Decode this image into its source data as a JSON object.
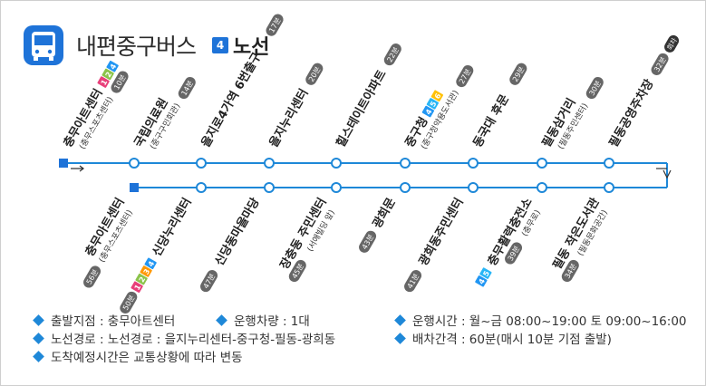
{
  "header": {
    "title": "내편중구버스",
    "route_number": "4",
    "route_name": "노선"
  },
  "top_stops": [
    {
      "name": "충무아트센터",
      "sub": "(충무스포츠센터)",
      "time": "10분",
      "badges": [
        {
          "t": "1",
          "c": "#e8407a"
        },
        {
          "t": "2",
          "c": "#8bc34a"
        },
        {
          "t": "4",
          "c": "#2196f3"
        }
      ]
    },
    {
      "name": "국립의료원",
      "sub": "(중구구민회관)",
      "time": "14분",
      "badges": []
    },
    {
      "name": "을지로4가역 6번출구",
      "sub": "",
      "time": "17분",
      "badges": []
    },
    {
      "name": "을지누리센터",
      "sub": "",
      "time": "20분",
      "badges": []
    },
    {
      "name": "힐스테이트아파트",
      "sub": "",
      "time": "22분",
      "badges": []
    },
    {
      "name": "중구청",
      "sub": "(중구정약용도서관)",
      "time": "27분",
      "badges": [
        {
          "t": "4",
          "c": "#2196f3"
        },
        {
          "t": "5",
          "c": "#29b6f6"
        },
        {
          "t": "6",
          "c": "#ffc107"
        }
      ]
    },
    {
      "name": "동국대 후문",
      "sub": "",
      "time": "29분",
      "badges": []
    },
    {
      "name": "필동삼거리",
      "sub": "(필동주민센터)",
      "time": "30분",
      "badges": []
    },
    {
      "name": "필동공영주차장",
      "sub": "",
      "time": "32분",
      "badges": [],
      "extra": "회차"
    }
  ],
  "bottom_stops": [
    {
      "name": "충무아트센터",
      "sub": "(충무스포츠센터)",
      "time": "56분",
      "badges": []
    },
    {
      "name": "신당누리센터",
      "sub": "",
      "time": "50분",
      "badges": [
        {
          "t": "1",
          "c": "#e8407a"
        },
        {
          "t": "2",
          "c": "#8bc34a"
        },
        {
          "t": "3",
          "c": "#ff9800"
        },
        {
          "t": "4",
          "c": "#2196f3"
        }
      ]
    },
    {
      "name": "신당동마을마당",
      "sub": "",
      "time": "47분",
      "badges": []
    },
    {
      "name": "장충동 주민센터",
      "sub": "(서애빌딩 앞)",
      "time": "45분",
      "badges": []
    },
    {
      "name": "광희문",
      "sub": "",
      "time": "43분",
      "badges": []
    },
    {
      "name": "광희동주민센터",
      "sub": "",
      "time": "41분",
      "badges": []
    },
    {
      "name": "충무활력충전소",
      "sub": "(충무로)",
      "time": "39분",
      "badges": [
        {
          "t": "4",
          "c": "#2196f3"
        },
        {
          "t": "5",
          "c": "#29b6f6"
        }
      ]
    },
    {
      "name": "필동 작은도서관",
      "sub": "(필동문화공간)",
      "time": "34분",
      "badges": []
    }
  ],
  "info": [
    {
      "text": "출발지점 : 충무아트센터"
    },
    {
      "text": "운행차량 : 1대"
    },
    {
      "text": "운행시간 : 월~금 08:00~19:00 토 09:00~16:00"
    },
    {
      "text": "노선경로 : 노선경로 : 을지누리센터-중구청-필동-광희동"
    },
    {
      "text": "배차간격 : 60분(매시 10분 기점 출발)"
    },
    {
      "text": "도착예정시간은 교통상황에 따라 변동"
    }
  ],
  "colors": {
    "accent": "#1e73d8",
    "line": "#1e88d8",
    "time_pill": "#666666"
  }
}
